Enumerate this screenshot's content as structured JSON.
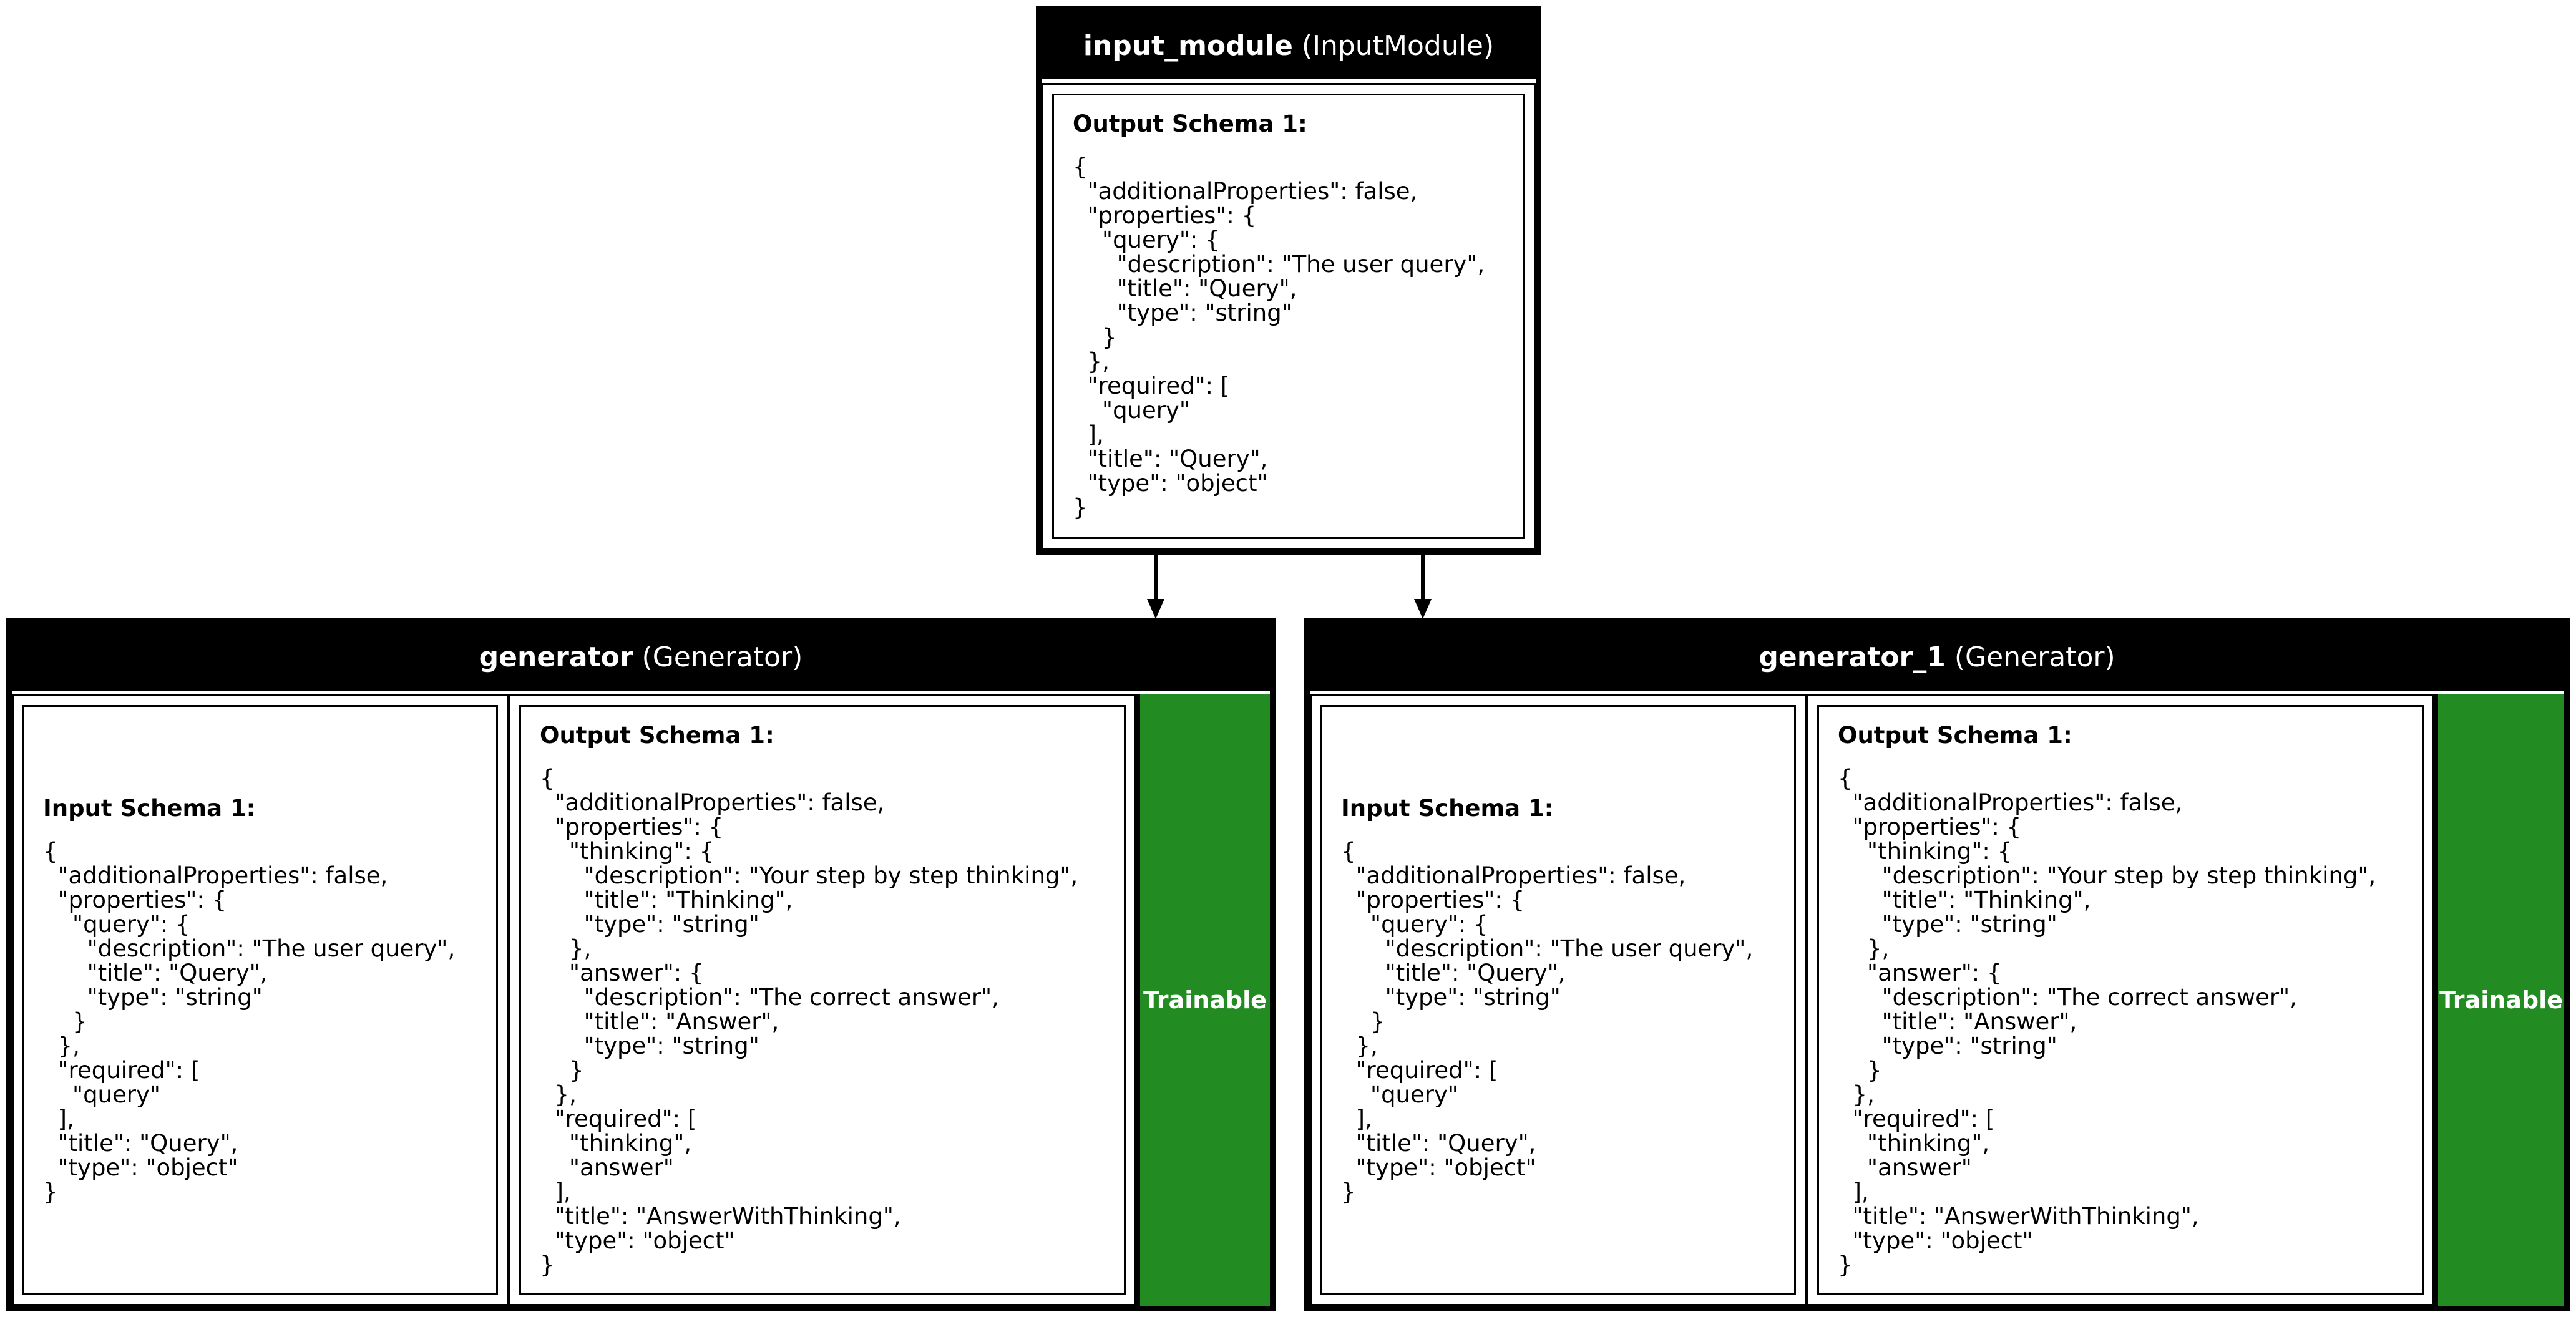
{
  "colors": {
    "header": "#000000",
    "trainable": "#228b22",
    "edge": "#000000"
  },
  "input_module": {
    "name": "input_module",
    "class_label": "(InputModule)",
    "output_title": "Output Schema 1:",
    "output_schema": "{\n  \"additionalProperties\": false,\n  \"properties\": {\n    \"query\": {\n      \"description\": \"The user query\",\n      \"title\": \"Query\",\n      \"type\": \"string\"\n    }\n  },\n  \"required\": [\n    \"query\"\n  ],\n  \"title\": \"Query\",\n  \"type\": \"object\"\n}"
  },
  "generator": {
    "name": "generator",
    "class_label": "(Generator)",
    "input_title": "Input Schema 1:",
    "input_schema": "{\n  \"additionalProperties\": false,\n  \"properties\": {\n    \"query\": {\n      \"description\": \"The user query\",\n      \"title\": \"Query\",\n      \"type\": \"string\"\n    }\n  },\n  \"required\": [\n    \"query\"\n  ],\n  \"title\": \"Query\",\n  \"type\": \"object\"\n}",
    "output_title": "Output Schema 1:",
    "output_schema": "{\n  \"additionalProperties\": false,\n  \"properties\": {\n    \"thinking\": {\n      \"description\": \"Your step by step thinking\",\n      \"title\": \"Thinking\",\n      \"type\": \"string\"\n    },\n    \"answer\": {\n      \"description\": \"The correct answer\",\n      \"title\": \"Answer\",\n      \"type\": \"string\"\n    }\n  },\n  \"required\": [\n    \"thinking\",\n    \"answer\"\n  ],\n  \"title\": \"AnswerWithThinking\",\n  \"type\": \"object\"\n}",
    "badge": "Trainable"
  },
  "generator_1": {
    "name": "generator_1",
    "class_label": "(Generator)",
    "input_title": "Input Schema 1:",
    "input_schema": "{\n  \"additionalProperties\": false,\n  \"properties\": {\n    \"query\": {\n      \"description\": \"The user query\",\n      \"title\": \"Query\",\n      \"type\": \"string\"\n    }\n  },\n  \"required\": [\n    \"query\"\n  ],\n  \"title\": \"Query\",\n  \"type\": \"object\"\n}",
    "output_title": "Output Schema 1:",
    "output_schema": "{\n  \"additionalProperties\": false,\n  \"properties\": {\n    \"thinking\": {\n      \"description\": \"Your step by step thinking\",\n      \"title\": \"Thinking\",\n      \"type\": \"string\"\n    },\n    \"answer\": {\n      \"description\": \"The correct answer\",\n      \"title\": \"Answer\",\n      \"type\": \"string\"\n    }\n  },\n  \"required\": [\n    \"thinking\",\n    \"answer\"\n  ],\n  \"title\": \"AnswerWithThinking\",\n  \"type\": \"object\"\n}",
    "badge": "Trainable"
  },
  "edges": [
    {
      "from": "input_module",
      "to": "generator"
    },
    {
      "from": "input_module",
      "to": "generator_1"
    }
  ]
}
